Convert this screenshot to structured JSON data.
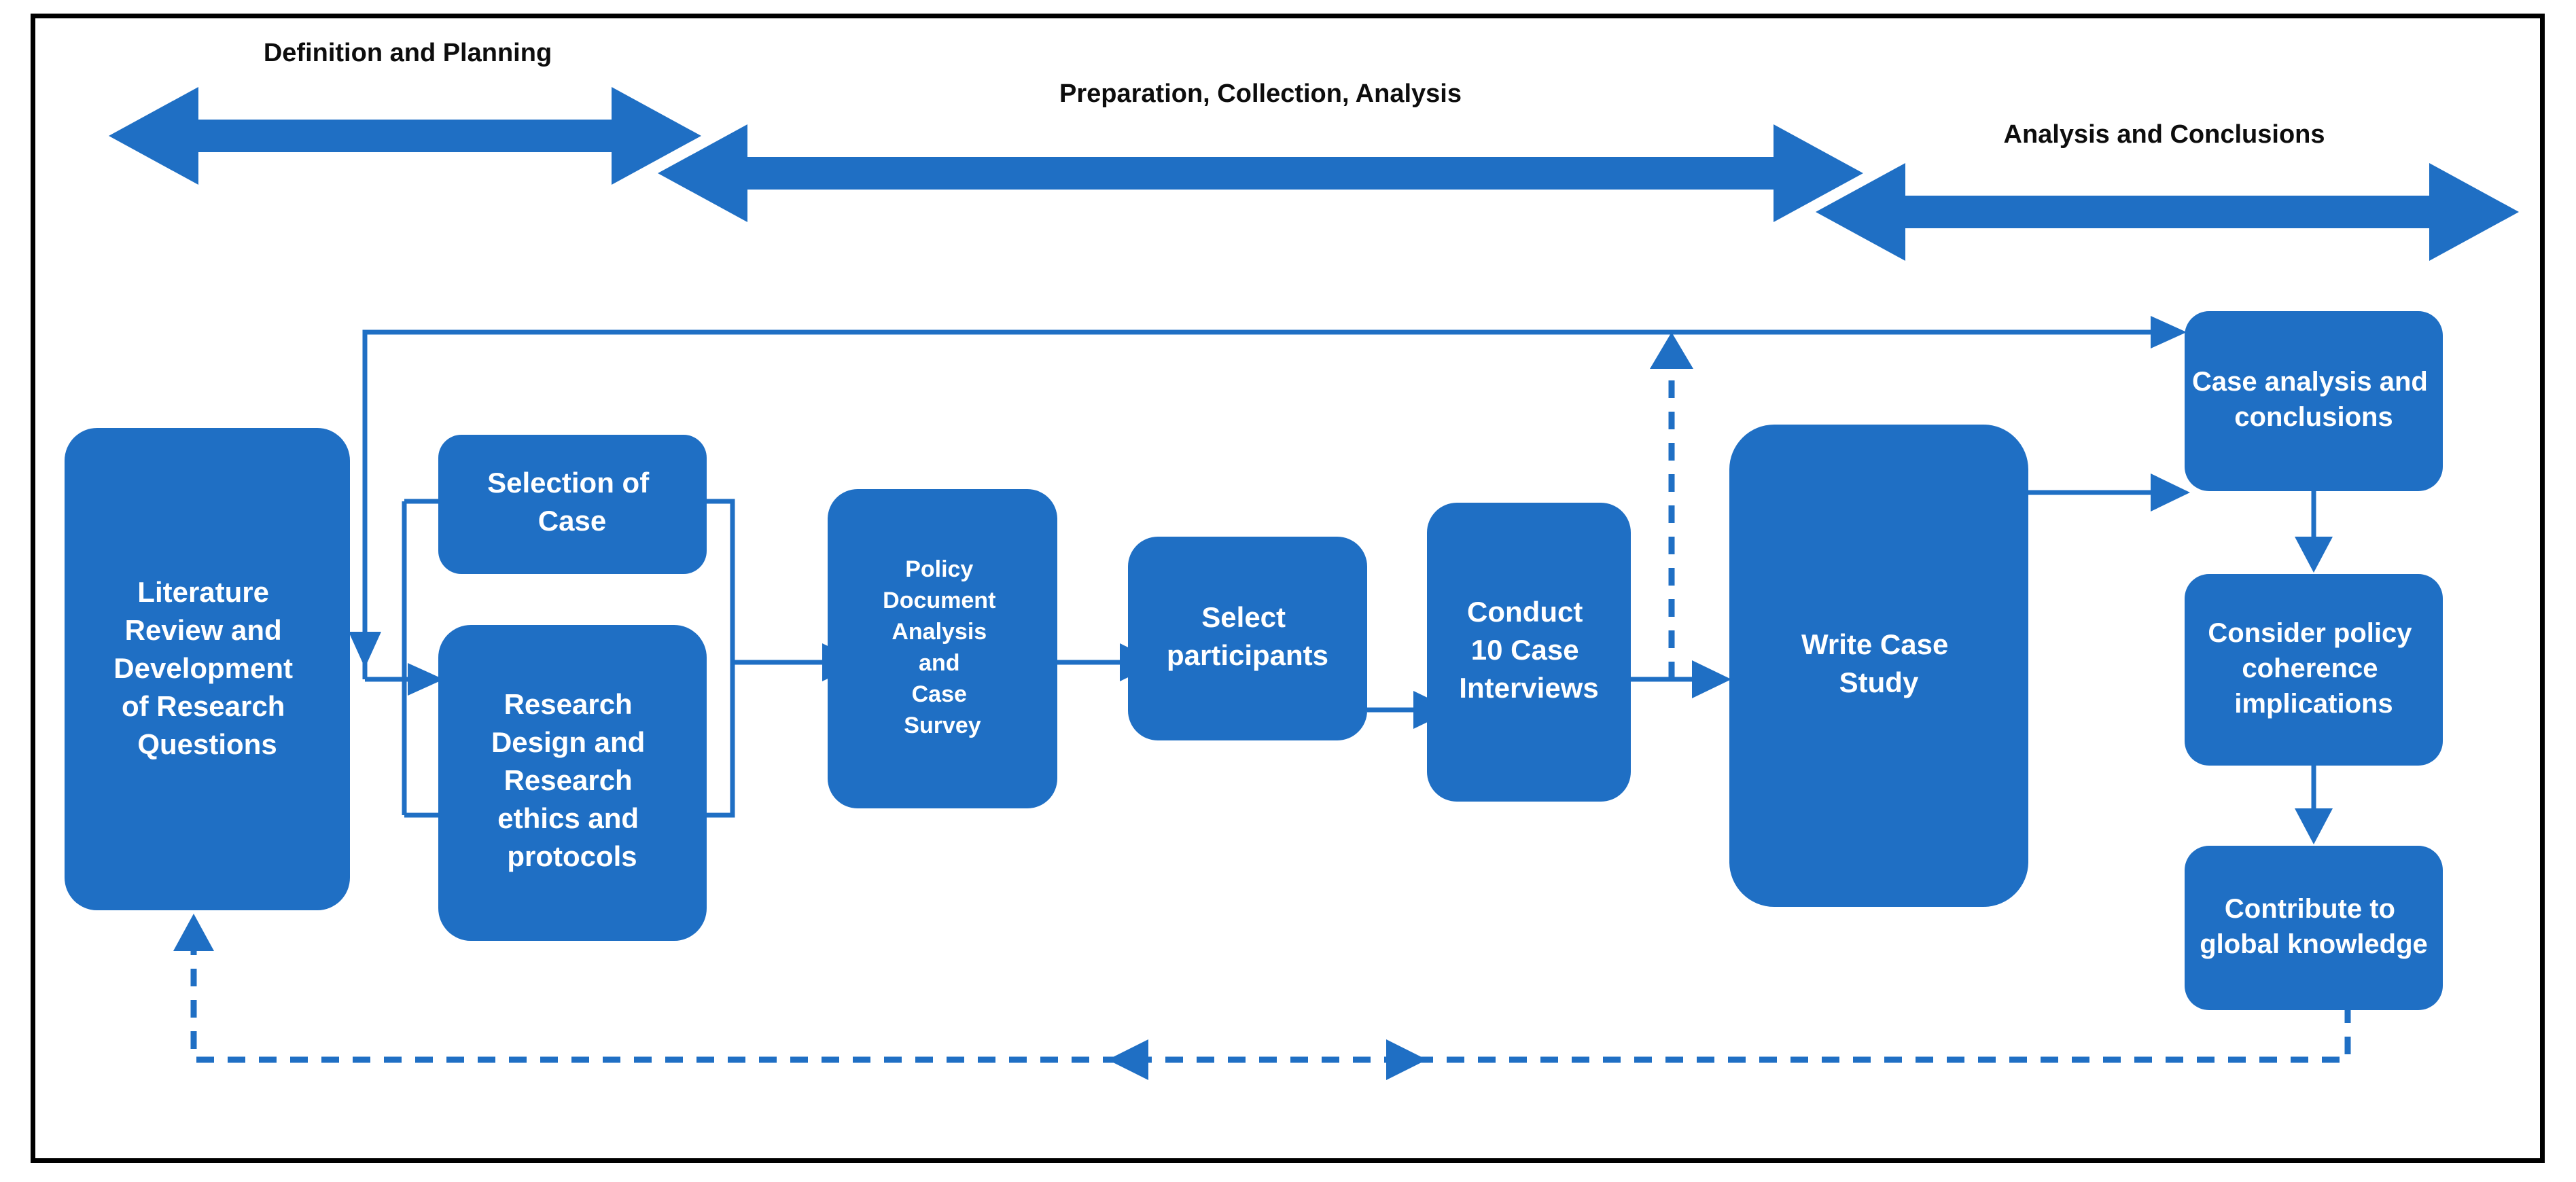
{
  "diagram": {
    "title": "Case study research process flowchart",
    "colors": {
      "box_fill": "#1f6fc4",
      "connector": "#1f6fc4",
      "band_arrow": "#1f6fc4",
      "frame_border": "#000000",
      "label_text": "#0d0d0d",
      "box_text": "#ffffff",
      "background": "#ffffff"
    },
    "phase_bands": [
      {
        "id": "band-definition-planning",
        "label": "Definition and Planning",
        "direction": "double"
      },
      {
        "id": "band-preparation-collection-analysis",
        "label": "Preparation, Collection, Analysis",
        "direction": "double"
      },
      {
        "id": "band-analysis-conclusions",
        "label": "Analysis and Conclusions",
        "direction": "double"
      }
    ],
    "nodes": [
      {
        "id": "literature-review",
        "lines": [
          "Literature",
          "Review and",
          "Development",
          "of Research",
          "Questions"
        ],
        "font_size": 42
      },
      {
        "id": "selection-of-case",
        "lines": [
          "Selection of",
          "Case"
        ],
        "font_size": 42
      },
      {
        "id": "research-design",
        "lines": [
          "Research",
          "Design and",
          "Research",
          "ethics and",
          "protocols"
        ],
        "font_size": 42
      },
      {
        "id": "policy-document-analysis",
        "lines": [
          "Policy",
          "Document",
          "Analysis",
          "and",
          "Case",
          "Survey"
        ],
        "font_size": 34
      },
      {
        "id": "select-participants",
        "lines": [
          "Select",
          "participants"
        ],
        "font_size": 42
      },
      {
        "id": "conduct-interviews",
        "lines": [
          "Conduct",
          "10 Case",
          "Interviews"
        ],
        "font_size": 42
      },
      {
        "id": "write-case-study",
        "lines": [
          "Write Case",
          "Study"
        ],
        "font_size": 42
      },
      {
        "id": "case-analysis-conclusions",
        "lines": [
          "Case analysis and",
          "conclusions"
        ],
        "font_size": 40
      },
      {
        "id": "consider-policy-coherence",
        "lines": [
          "Consider  policy",
          "coherence",
          "implications"
        ],
        "font_size": 40
      },
      {
        "id": "contribute-global-knowledge",
        "lines": [
          "Contribute  to",
          "global knowledge"
        ],
        "font_size": 40
      }
    ],
    "edges": [
      {
        "id": "edge-literature-to-bracket",
        "from": "literature-review",
        "to": "selection-of-case",
        "style": "solid"
      },
      {
        "id": "edge-literature-to-research-design",
        "from": "literature-review",
        "to": "research-design",
        "style": "solid"
      },
      {
        "id": "edge-bracket-to-policy",
        "from": "selection-of-case",
        "to": "policy-document-analysis",
        "style": "solid"
      },
      {
        "id": "edge-policy-to-participants",
        "from": "policy-document-analysis",
        "to": "select-participants",
        "style": "solid"
      },
      {
        "id": "edge-participants-to-interviews",
        "from": "select-participants",
        "to": "conduct-interviews",
        "style": "solid"
      },
      {
        "id": "edge-interviews-to-write",
        "from": "conduct-interviews",
        "to": "write-case-study",
        "style": "solid"
      },
      {
        "id": "edge-write-to-case-analysis",
        "from": "write-case-study",
        "to": "case-analysis-conclusions",
        "style": "solid"
      },
      {
        "id": "edge-top-bypass-to-case-analysis",
        "from": "literature-review",
        "to": "case-analysis-conclusions",
        "style": "solid"
      },
      {
        "id": "edge-case-analysis-to-policy-coherence",
        "from": "case-analysis-conclusions",
        "to": "consider-policy-coherence",
        "style": "solid"
      },
      {
        "id": "edge-policy-coherence-to-contribute",
        "from": "consider-policy-coherence",
        "to": "contribute-global-knowledge",
        "style": "solid"
      },
      {
        "id": "edge-interviews-feedback-up",
        "from": "conduct-interviews",
        "to": "top-bypass-line",
        "style": "dashed"
      },
      {
        "id": "edge-contribute-feedback-to-literature",
        "from": "contribute-global-knowledge",
        "to": "literature-review",
        "style": "dashed"
      }
    ]
  }
}
